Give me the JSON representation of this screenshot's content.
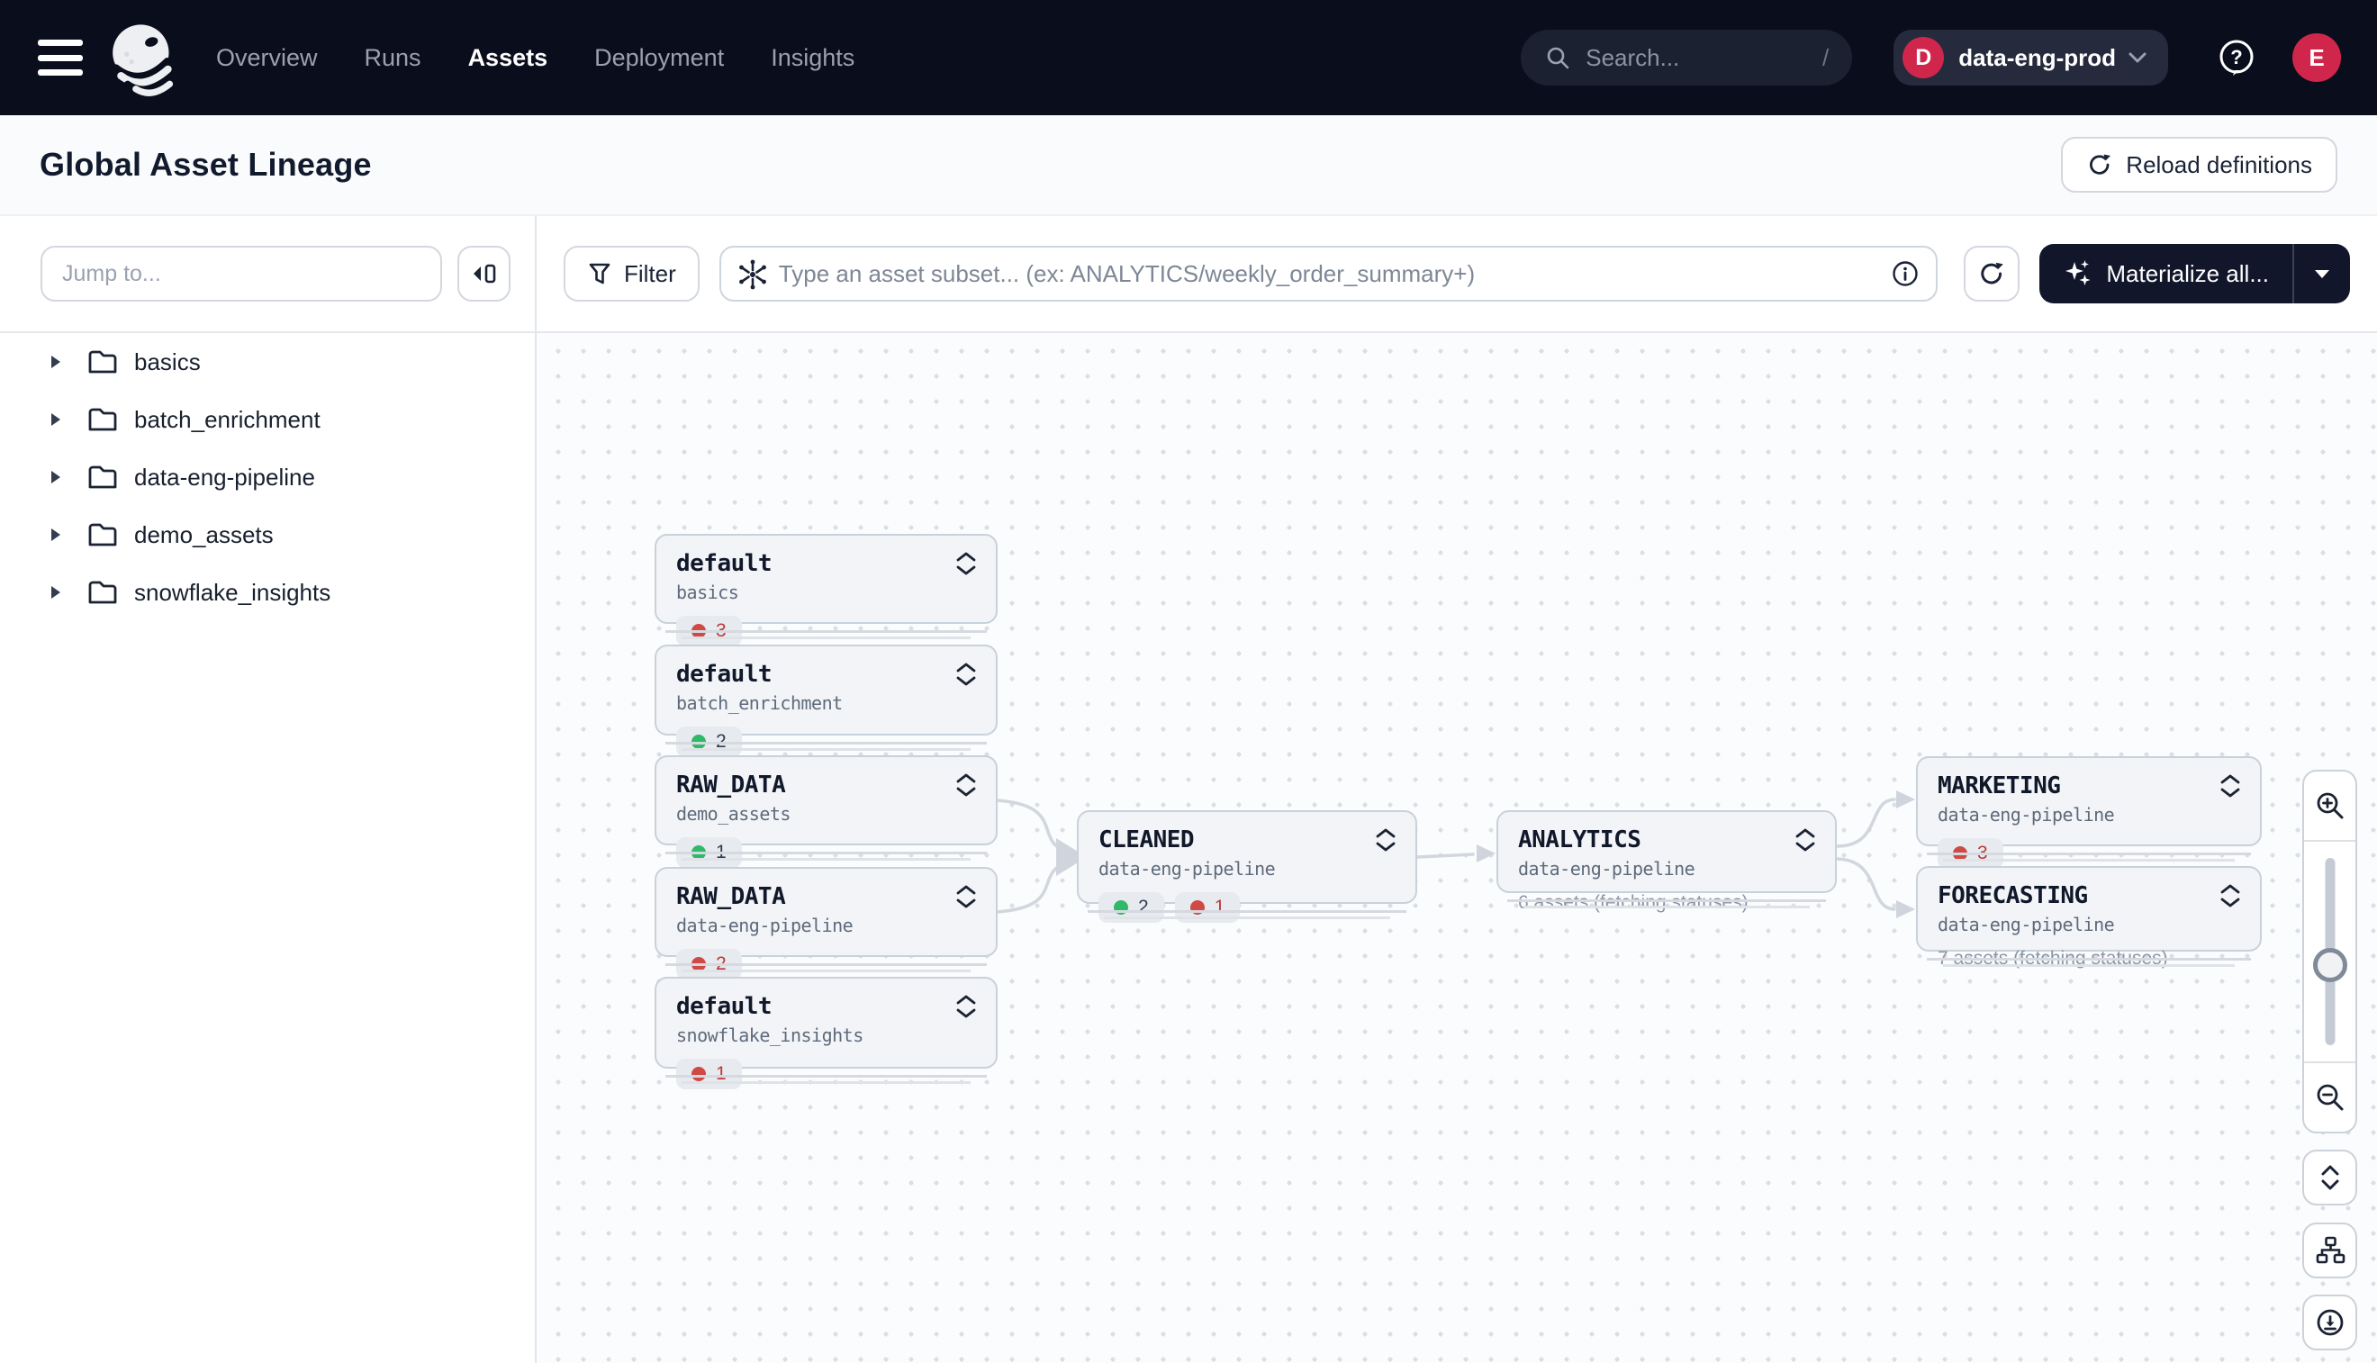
{
  "nav": {
    "links": [
      {
        "label": "Overview"
      },
      {
        "label": "Runs"
      },
      {
        "label": "Assets"
      },
      {
        "label": "Deployment"
      },
      {
        "label": "Insights"
      }
    ],
    "active_link": "Assets",
    "search_placeholder": "Search...",
    "search_shortcut": "/",
    "deployment_initial": "D",
    "deployment_name": "data-eng-prod",
    "avatar_initial": "E"
  },
  "header": {
    "title": "Global Asset Lineage",
    "reload_label": "Reload definitions"
  },
  "toolbar": {
    "filter_label": "Filter",
    "subset_placeholder": "Type an asset subset... (ex: ANALYTICS/weekly_order_summary+)",
    "materialize_label": "Materialize all..."
  },
  "sidebar": {
    "jump_placeholder": "Jump to...",
    "folders": [
      {
        "label": "basics"
      },
      {
        "label": "batch_enrichment"
      },
      {
        "label": "data-eng-pipeline"
      },
      {
        "label": "demo_assets"
      },
      {
        "label": "snowflake_insights"
      }
    ]
  },
  "graph": {
    "nodes": [
      {
        "title": "default",
        "subtitle": "basics",
        "badges": [
          {
            "color": "red",
            "count": "3"
          }
        ]
      },
      {
        "title": "default",
        "subtitle": "batch_enrichment",
        "badges": [
          {
            "color": "green",
            "count": "2"
          }
        ]
      },
      {
        "title": "RAW_DATA",
        "subtitle": "demo_assets",
        "badges": [
          {
            "color": "green",
            "count": "1"
          }
        ]
      },
      {
        "title": "RAW_DATA",
        "subtitle": "data-eng-pipeline",
        "badges": [
          {
            "color": "red",
            "count": "2"
          }
        ]
      },
      {
        "title": "default",
        "subtitle": "snowflake_insights",
        "badges": [
          {
            "color": "red",
            "count": "1"
          }
        ]
      },
      {
        "title": "CLEANED",
        "subtitle": "data-eng-pipeline",
        "badges": [
          {
            "color": "green",
            "count": "2"
          },
          {
            "color": "red",
            "count": "1"
          }
        ]
      },
      {
        "title": "ANALYTICS",
        "subtitle": "data-eng-pipeline",
        "status": "6 assets (fetching statuses)"
      },
      {
        "title": "MARKETING",
        "subtitle": "data-eng-pipeline",
        "badges": [
          {
            "color": "red",
            "count": "3"
          }
        ]
      },
      {
        "title": "FORECASTING",
        "subtitle": "data-eng-pipeline",
        "status": "7 assets (fetching statuses)"
      }
    ]
  },
  "colors": {
    "accent_red": "#d0264c",
    "status_red": "#cf4a44",
    "status_green": "#2fb968",
    "edge_gray": "#d2d7de",
    "nav_bg": "#0a0e1c"
  }
}
